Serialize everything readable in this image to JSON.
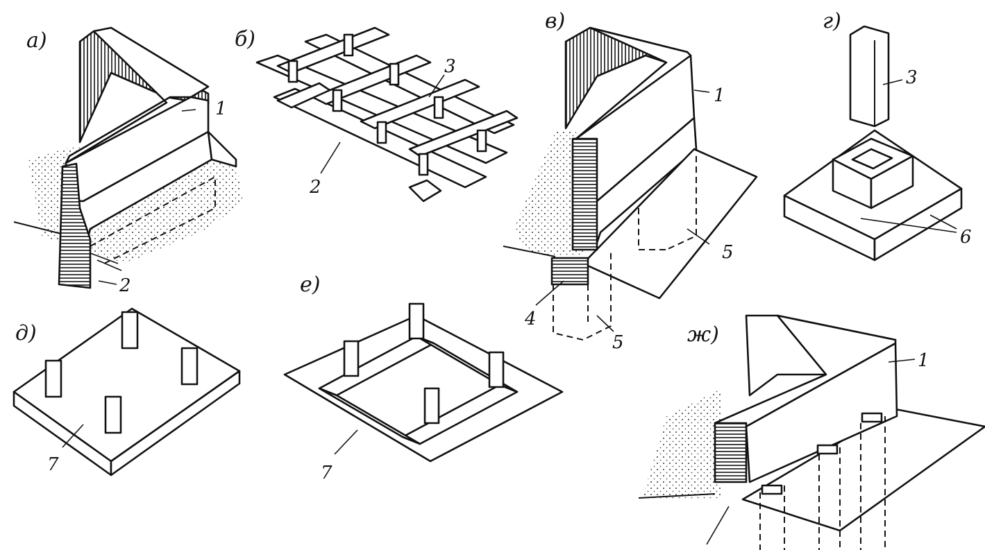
{
  "panel_labels": {
    "a": "а)",
    "b": "б)",
    "v": "в)",
    "g": "г)",
    "d": "д)",
    "e": "е)",
    "zh": "ж)"
  },
  "callouts": {
    "a_1": "1",
    "a_2": "2",
    "b_2": "2",
    "b_3": "3",
    "v_1": "1",
    "v_4": "4",
    "v_5a": "5",
    "v_5b": "5",
    "g_3": "3",
    "g_6": "6",
    "d_7": "7",
    "e_7": "7",
    "zh_1": "1"
  }
}
